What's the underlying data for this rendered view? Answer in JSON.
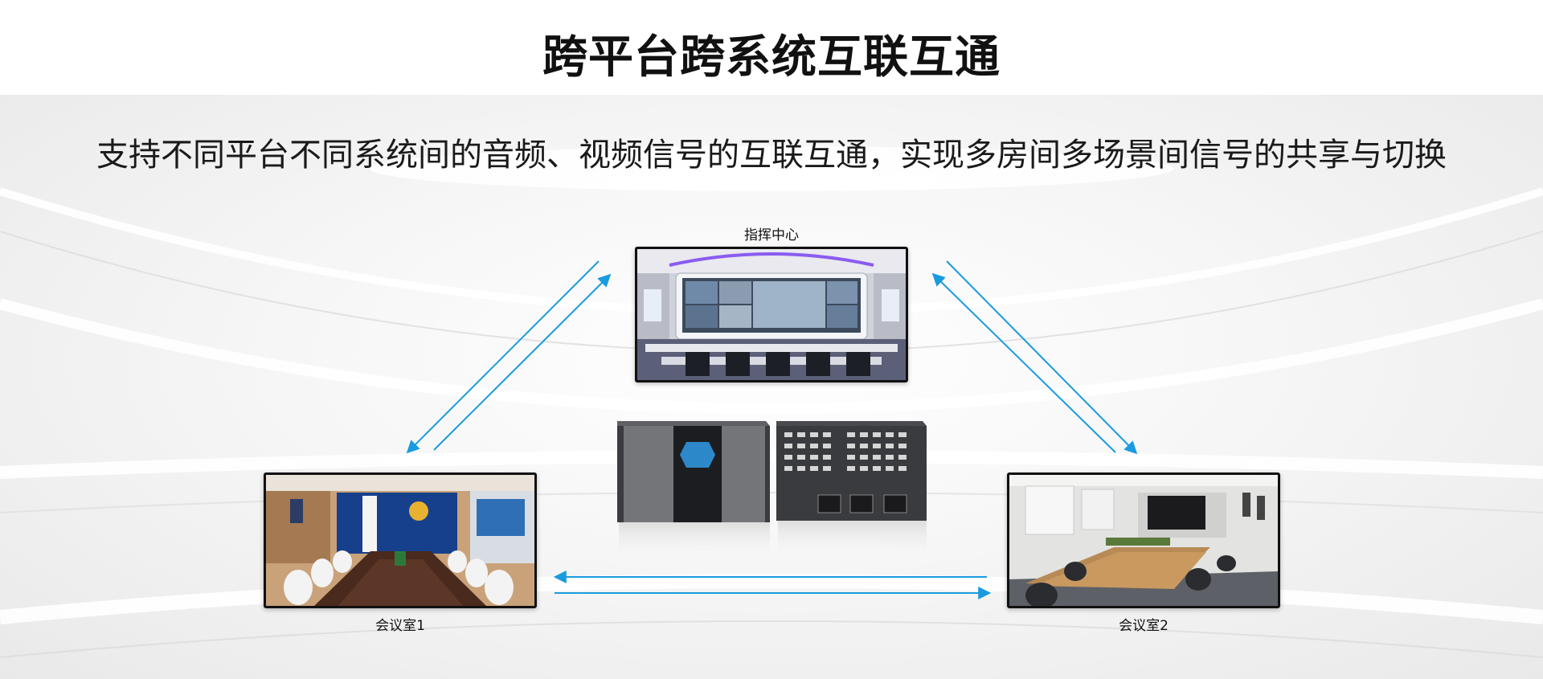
{
  "header": {
    "title": "跨平台跨系统互联互通"
  },
  "subtitle": "支持不同平台不同系统间的音频、视频信号的互联互通，实现多房间多场景间信号的共享与切换",
  "nodes": {
    "command_center": {
      "label": "指挥中心"
    },
    "meeting_room_1": {
      "label": "会议室1"
    },
    "meeting_room_2": {
      "label": "会议室2"
    }
  },
  "colors": {
    "arrow": "#1a9be0",
    "frame": "#111111"
  }
}
